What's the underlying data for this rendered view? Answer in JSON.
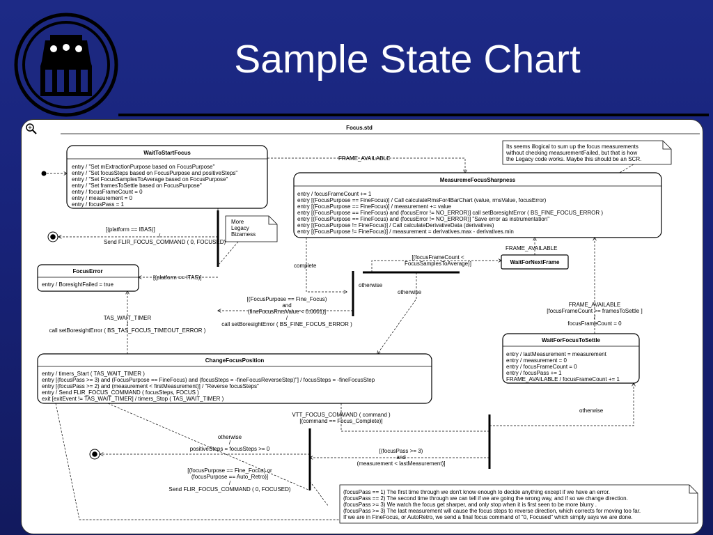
{
  "slide": {
    "title": "Sample State Chart"
  },
  "diagram": {
    "file_name": "Focus.std",
    "states": {
      "wait_to_start": {
        "name": "WaitToStartFocus",
        "actions": [
          "entry / \"Set mExtractionPurpose based on FocusPurpose\"",
          "entry / \"Set focusSteps based on FocusPurpose and positiveSteps\"",
          "entry / \"Set FocusSamplesToAverage based on FocusPurpose\"",
          "entry / \"Set framesToSettle based on  FocusPurpose\"",
          "entry / focusFrameCount = 0",
          "entry / measurement = 0",
          "entry / focusPass = 1"
        ]
      },
      "measure": {
        "name": "MeasuremeFocusSharpness",
        "actions": [
          "entry / focusFrameCount += 1",
          "entry [(FocusPurpose == FineFocus)] / Call calculateRmsFor4BarChart (value, rmsValue, focusError)",
          "entry [(FocusPurpose == FineFocus)] / measurement += value",
          "entry [(FocusPurpose == FineFocus) and (focusError != NO_ERROR)] call setBoresightError ( BS_FINE_FOCUS_ERROR )",
          "entry [(FocusPurpose == FineFocus) and (focusError != NO_ERROR)] \"Save error as instrumentation\"",
          "entry [(FocusPurpose !=  FineFocus)] / Call calculateDerivativeData  (derivatives)",
          "entry [(FocusPurpose !=  FineFocus)] / measurement = derivatives.max - derivatives.min"
        ]
      },
      "focus_error": {
        "name": "FocusError",
        "actions": [
          "entry  / BoresightFailed = true"
        ]
      },
      "wait_next_frame": {
        "name": "WaitForNextFrame"
      },
      "wait_settle": {
        "name": "WaitForFocusToSettle",
        "actions": [
          "entry / lastMeasurement = measurement",
          "entry / measurement = 0",
          "entry / focusFrameCount = 0",
          "entry / focusPass += 1",
          "FRAME_AVAILABLE  / focusFrameCount += 1"
        ]
      },
      "change_position": {
        "name": "ChangeFocusPosition",
        "actions": [
          "entry / timers_Start ( TAS_WAIT_TIMER )",
          "entry [(focusPass >= 3) and (FocusPurpose == FineFocus) and (focusSteps = -fineFocusReverseStep)\"] / focusSteps = -fineFocusStep",
          "entry [(focusPass >= 2) and (measurement < firstMeasurement)]   / \"Reverse focusSteps\"",
          "entry / Send FLIR_FOCUS_COMMAND ( focusSteps, FOCUS )",
          "exit [exitEvent != TAS_WAIT_TIMER] / timers_Stop ( TAS_WAIT_TIMER )"
        ]
      }
    },
    "notes": {
      "sum_note": [
        "Its seems illogical to sum up the focus measurements",
        "without checking measurementFailed, but that is how",
        "the Legacy code works.  Maybe this should be an SCR."
      ],
      "legacy_note": [
        "More",
        "Legacy",
        "Bizarness"
      ],
      "pass_note": [
        "(focusPass == 1) The first time through we don't know enough to decide anything except if we have an error.",
        "(focusPass == 2) The second time through we can tell if we are going the wrong way, and if so we change direction.",
        "(focusPass >= 3) We watch the focus get sharper, and only stop when it is first seen to be more blurry .",
        "(focusPass >= 3) The last measurement will cause the focus steps to reverse direction, which corrects for moving too far.",
        " If we are in FineFocus, or AutoRetro, we send a final focus command of \"0, Focused\" which simply says we are done."
      ]
    },
    "transitions": {
      "frame_available_top": "FRAME_AVAILABLE",
      "ibas_guard": "[(platform == IBAS)]",
      "ibas_slash": "/",
      "ibas_action": "Send FLIR_FOCUS_COMMAND ( 0, FOCUSED)",
      "itas_guard": "[(platform == ITAS)]",
      "complete": "complete",
      "samples_guard": [
        "[(focusFrameCount <",
        "FocusSamplesToAverage)]"
      ],
      "otherwise_left": "otherwise",
      "otherwise_right": "otherwise",
      "frame_available_next": "FRAME_AVAILABLE",
      "fine_focus_guard": [
        "[(FocusPurpose == Fine_Focus)",
        "and",
        "(fineFocusRmsValue < 0.0001)]",
        "/",
        "call setBoresightError ( BS_FINE_FOCUS_ERROR )"
      ],
      "settle_guard": [
        "FRAME_AVAILABLE",
        "[focusFrameCount >= framesToSettle ]",
        "/",
        "focusFrameCount = 0"
      ],
      "timer": [
        "TAS_WAIT_TIMER",
        "/",
        "call setBoresightError ( BS_TAS_FOCUS_TIMEOUT_ERROR )"
      ],
      "vtt": [
        "VTT_FOCUS_COMMAND ( command )",
        "[(command == Focus_Complete)]"
      ],
      "otherwise_settle": "otherwise",
      "positive_steps": [
        "otherwise",
        "/",
        "positiveSteps = focusSteps >= 0"
      ],
      "pass_guard": [
        "[(focusPass >= 3)",
        "and",
        "(measurement < lastMeasurement)]"
      ],
      "retro_guard": [
        "[(focusPurpose == Fine_Focus) or",
        "(focusPurpose == Auto_Retro)]",
        "/",
        "Send FLIR_FOCUS_COMMAND ( 0, FOCUSED)"
      ]
    }
  }
}
